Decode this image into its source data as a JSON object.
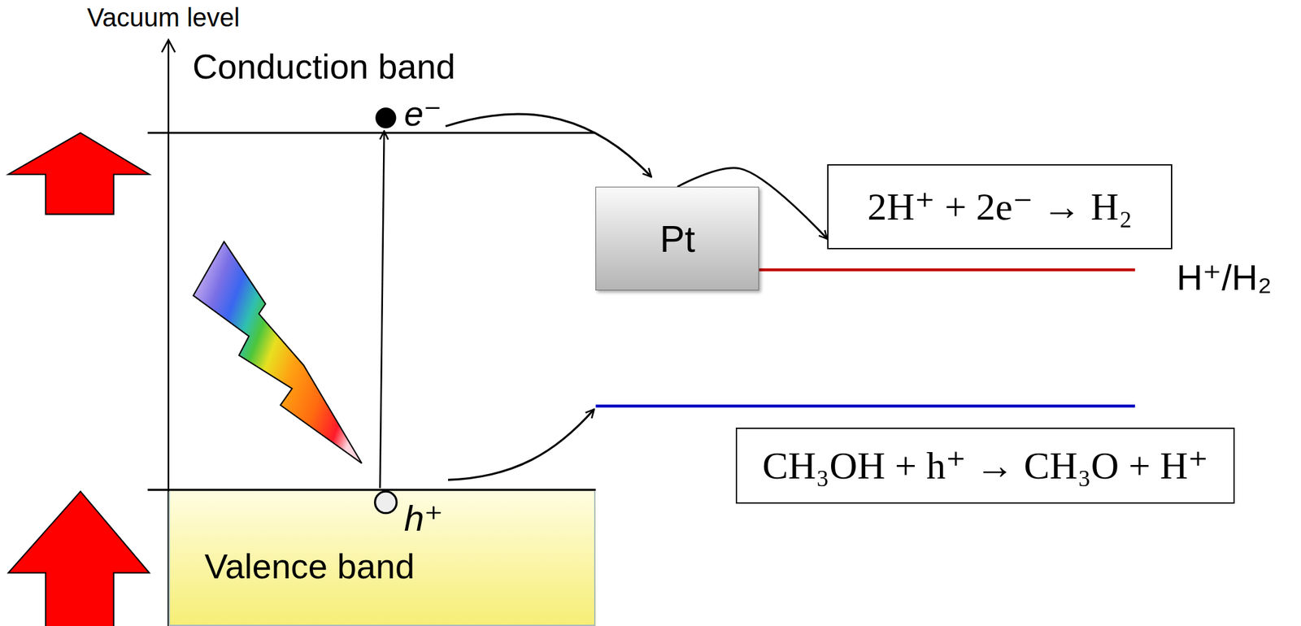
{
  "diagram": {
    "nodes": [
      {
        "text": [
          "Pt"
        ]
      },
      {
        "text": [
          "2H⁺ + 2e⁻ → H₂"
        ]
      },
      {
        "text": [
          "CH₃OH + h⁺ → CH₃O + H⁺"
        ]
      },
      {
        "text": [
          "Valence band"
        ]
      }
    ],
    "edges": [
      {
        "from": 0,
        "to": 1,
        "arrow": "to"
      }
    ],
    "labels": [
      "Vacuum level",
      "Conduction band",
      "e⁻",
      "h⁺",
      "H⁺/H₂"
    ]
  }
}
